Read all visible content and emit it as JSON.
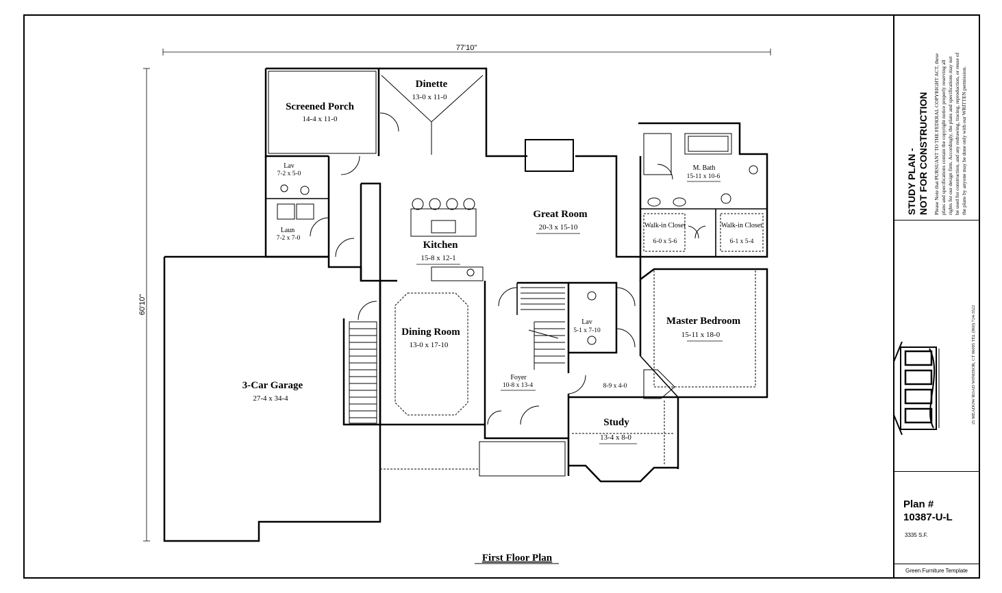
{
  "drawing": {
    "title": "First Floor Plan",
    "dimensions": {
      "width": "77'10\"",
      "depth": "60'10\""
    }
  },
  "rooms": [
    {
      "id": "screened-porch",
      "name": "Screened Porch",
      "size": "14-4 x 11-0"
    },
    {
      "id": "dinette",
      "name": "Dinette",
      "size": "13-0 x 11-0"
    },
    {
      "id": "lav-1",
      "name": "Lav",
      "size": "7-2 x 5-0"
    },
    {
      "id": "laundry",
      "name": "Laun",
      "size": "7-2 x 7-0"
    },
    {
      "id": "kitchen",
      "name": "Kitchen",
      "size": "15-8 x 12-1"
    },
    {
      "id": "great-room",
      "name": "Great Room",
      "size": "20-3 x 15-10"
    },
    {
      "id": "master-bath",
      "name": "M. Bath",
      "size": "15-11 x 10-6"
    },
    {
      "id": "walk-in-closet-1",
      "name": "Walk-in Closet",
      "size": "6-0 x 5-6"
    },
    {
      "id": "walk-in-closet-2",
      "name": "Walk-in Closet",
      "size": "6-1 x 5-4"
    },
    {
      "id": "master-bedroom",
      "name": "Master Bedroom",
      "size": "15-11 x 18-0"
    },
    {
      "id": "dining-room",
      "name": "Dining Room",
      "size": "13-0 x 17-10"
    },
    {
      "id": "lav-2",
      "name": "Lav",
      "size": "5-1 x 7-10"
    },
    {
      "id": "foyer",
      "name": "Foyer",
      "size": "10-8 x 13-4"
    },
    {
      "id": "hall-closet",
      "name": "",
      "size": "8-9 x 4-0"
    },
    {
      "id": "study",
      "name": "Study",
      "size": "13-4 x 8-0"
    },
    {
      "id": "garage",
      "name": "3-Car Garage",
      "size": "27-4 x 34-4"
    }
  ],
  "title_block": {
    "study_line1": "STUDY PLAN -",
    "study_line2": "NOT FOR CONSTRUCTION",
    "copyright_note": "Please Note that PURSUANT TO THE FEDERAL COPYRIGHT ACT, these plans and specifications contain the copyright notice properly reserving all rights for our design firm. Accordingly, the plans and specifications may not be used for construction, and any redrawing, tracing, reproduction, or reuse of the plans by anyone may be done only with our WRITTEN permission.",
    "company_info": "25 MEADOW ROAD   WINDSOR, CT 06095   TEL (860) 724-3522",
    "plan_label": "Plan #",
    "plan_number": "10387-U-L",
    "square_feet": "3335 S.F.",
    "template": "Green Furniture Template"
  },
  "colors": {
    "line": "#000000",
    "background": "#ffffff"
  }
}
